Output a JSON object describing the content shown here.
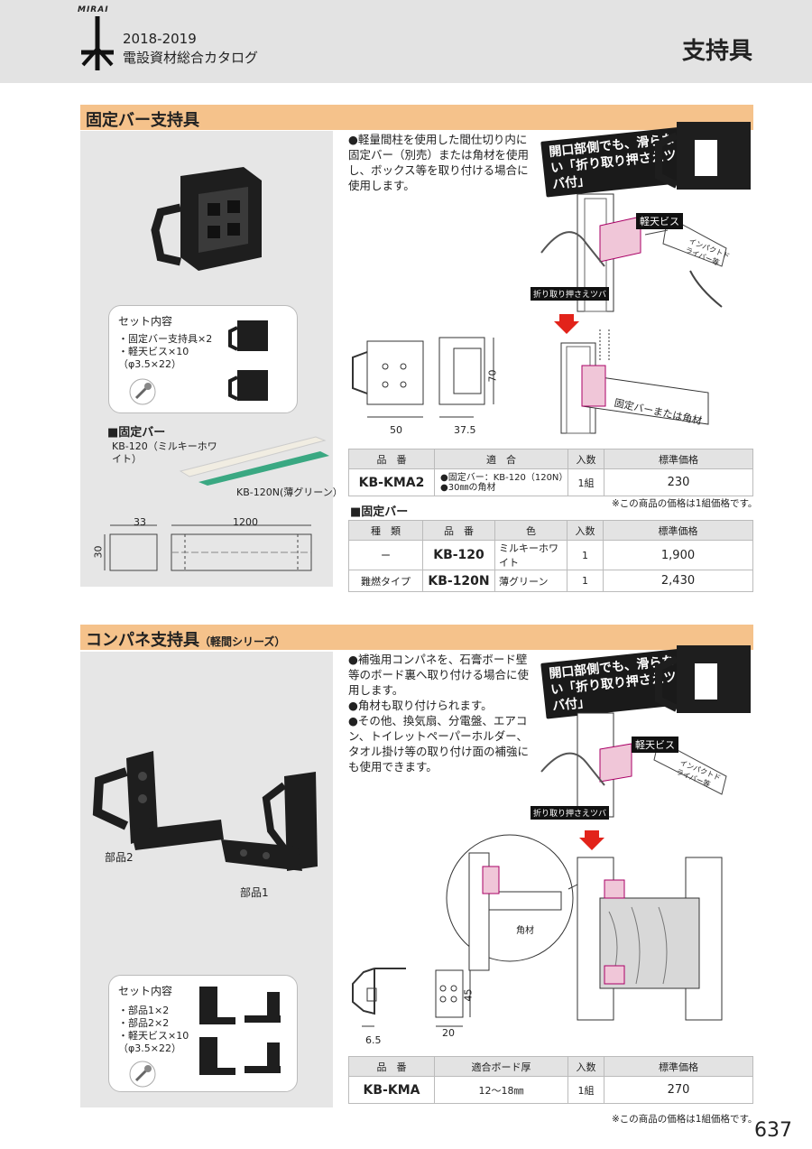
{
  "header": {
    "logo": "MIRAI",
    "catalog_year": "2018-2019",
    "catalog_name": "電設資材総合カタログ",
    "page_title": "支持具"
  },
  "section1": {
    "title": "固定バー支持具",
    "description": "●軽量間柱を使用した間仕切り内に固定バー（別売）または角材を使用し、ボックス等を取り付ける場合に使用します。",
    "callout": "開口部側でも、滑らない「折り取り押さえツバ付」",
    "label_screw": "軽天ビス",
    "label_driver": "インパクトドライバー等",
    "label_flange": "折り取り押さえツバ",
    "label_bar": "固定バーまたは角材",
    "set_box": {
      "heading": "セット内容",
      "items": [
        "・固定バー支持具×2",
        "・軽天ビス×10",
        "（φ3.5×22）"
      ]
    },
    "bar_heading": "■固定バー",
    "bar_white_label": "KB-120（ミルキーホワイト）",
    "bar_green_label": "KB-120N(薄グリーン）",
    "dims": {
      "w1": "33",
      "w2": "1200",
      "h1": "30",
      "d50": "50",
      "d375": "37.5",
      "d70": "70"
    },
    "table": {
      "headers": [
        "品　番",
        "適　合",
        "入数",
        "標準価格"
      ],
      "rows": [
        {
          "code": "KB-KMA2",
          "fit1": "●固定バー：KB-120（120N）",
          "fit2": "●30㎜の角材",
          "qty": "1組",
          "price": "230"
        }
      ]
    },
    "note": "※この商品の価格は1組価格です。",
    "bar_table_heading": "■固定バー",
    "bar_table": {
      "headers": [
        "種　類",
        "品　番",
        "色",
        "入数",
        "標準価格"
      ],
      "rows": [
        {
          "type": "ー",
          "code": "KB-120",
          "color": "ミルキーホワイト",
          "qty": "1",
          "price": "1,900"
        },
        {
          "type": "難燃タイプ",
          "code": "KB-120N",
          "color": "薄グリーン",
          "qty": "1",
          "price": "2,430"
        }
      ]
    }
  },
  "section2": {
    "title": "コンパネ支持具",
    "subtitle": "（軽間シリーズ）",
    "description": [
      "●補強用コンパネを、石膏ボード壁等のボード裏へ取り付ける場合に使用します。",
      "●角材も取り付けられます。",
      "●その他、換気扇、分電盤、エアコン、トイレットペーパーホルダー、タオル掛け等の取り付け面の補強にも使用できます。"
    ],
    "callout": "開口部側でも、滑らない「折り取り押さえツバ付」",
    "label_screw": "軽天ビス",
    "label_driver": "インパクトドライバー等",
    "label_flange": "折り取り押さえツバ",
    "label_lumber": "角材",
    "part2": "部品2",
    "part1": "部品1",
    "set_box": {
      "heading": "セット内容",
      "items": [
        "・部品1×2",
        "・部品2×2",
        "・軽天ビス×10",
        "（φ3.5×22）"
      ]
    },
    "dims": {
      "d65": "6.5",
      "d20": "20",
      "d45": "45"
    },
    "table": {
      "headers": [
        "品　番",
        "適合ボード厚",
        "入数",
        "標準価格"
      ],
      "rows": [
        {
          "code": "KB-KMA",
          "board": "12～18㎜",
          "qty": "1組",
          "price": "270"
        }
      ]
    },
    "note": "※この商品の価格は1組価格です。"
  },
  "page_number": "637"
}
